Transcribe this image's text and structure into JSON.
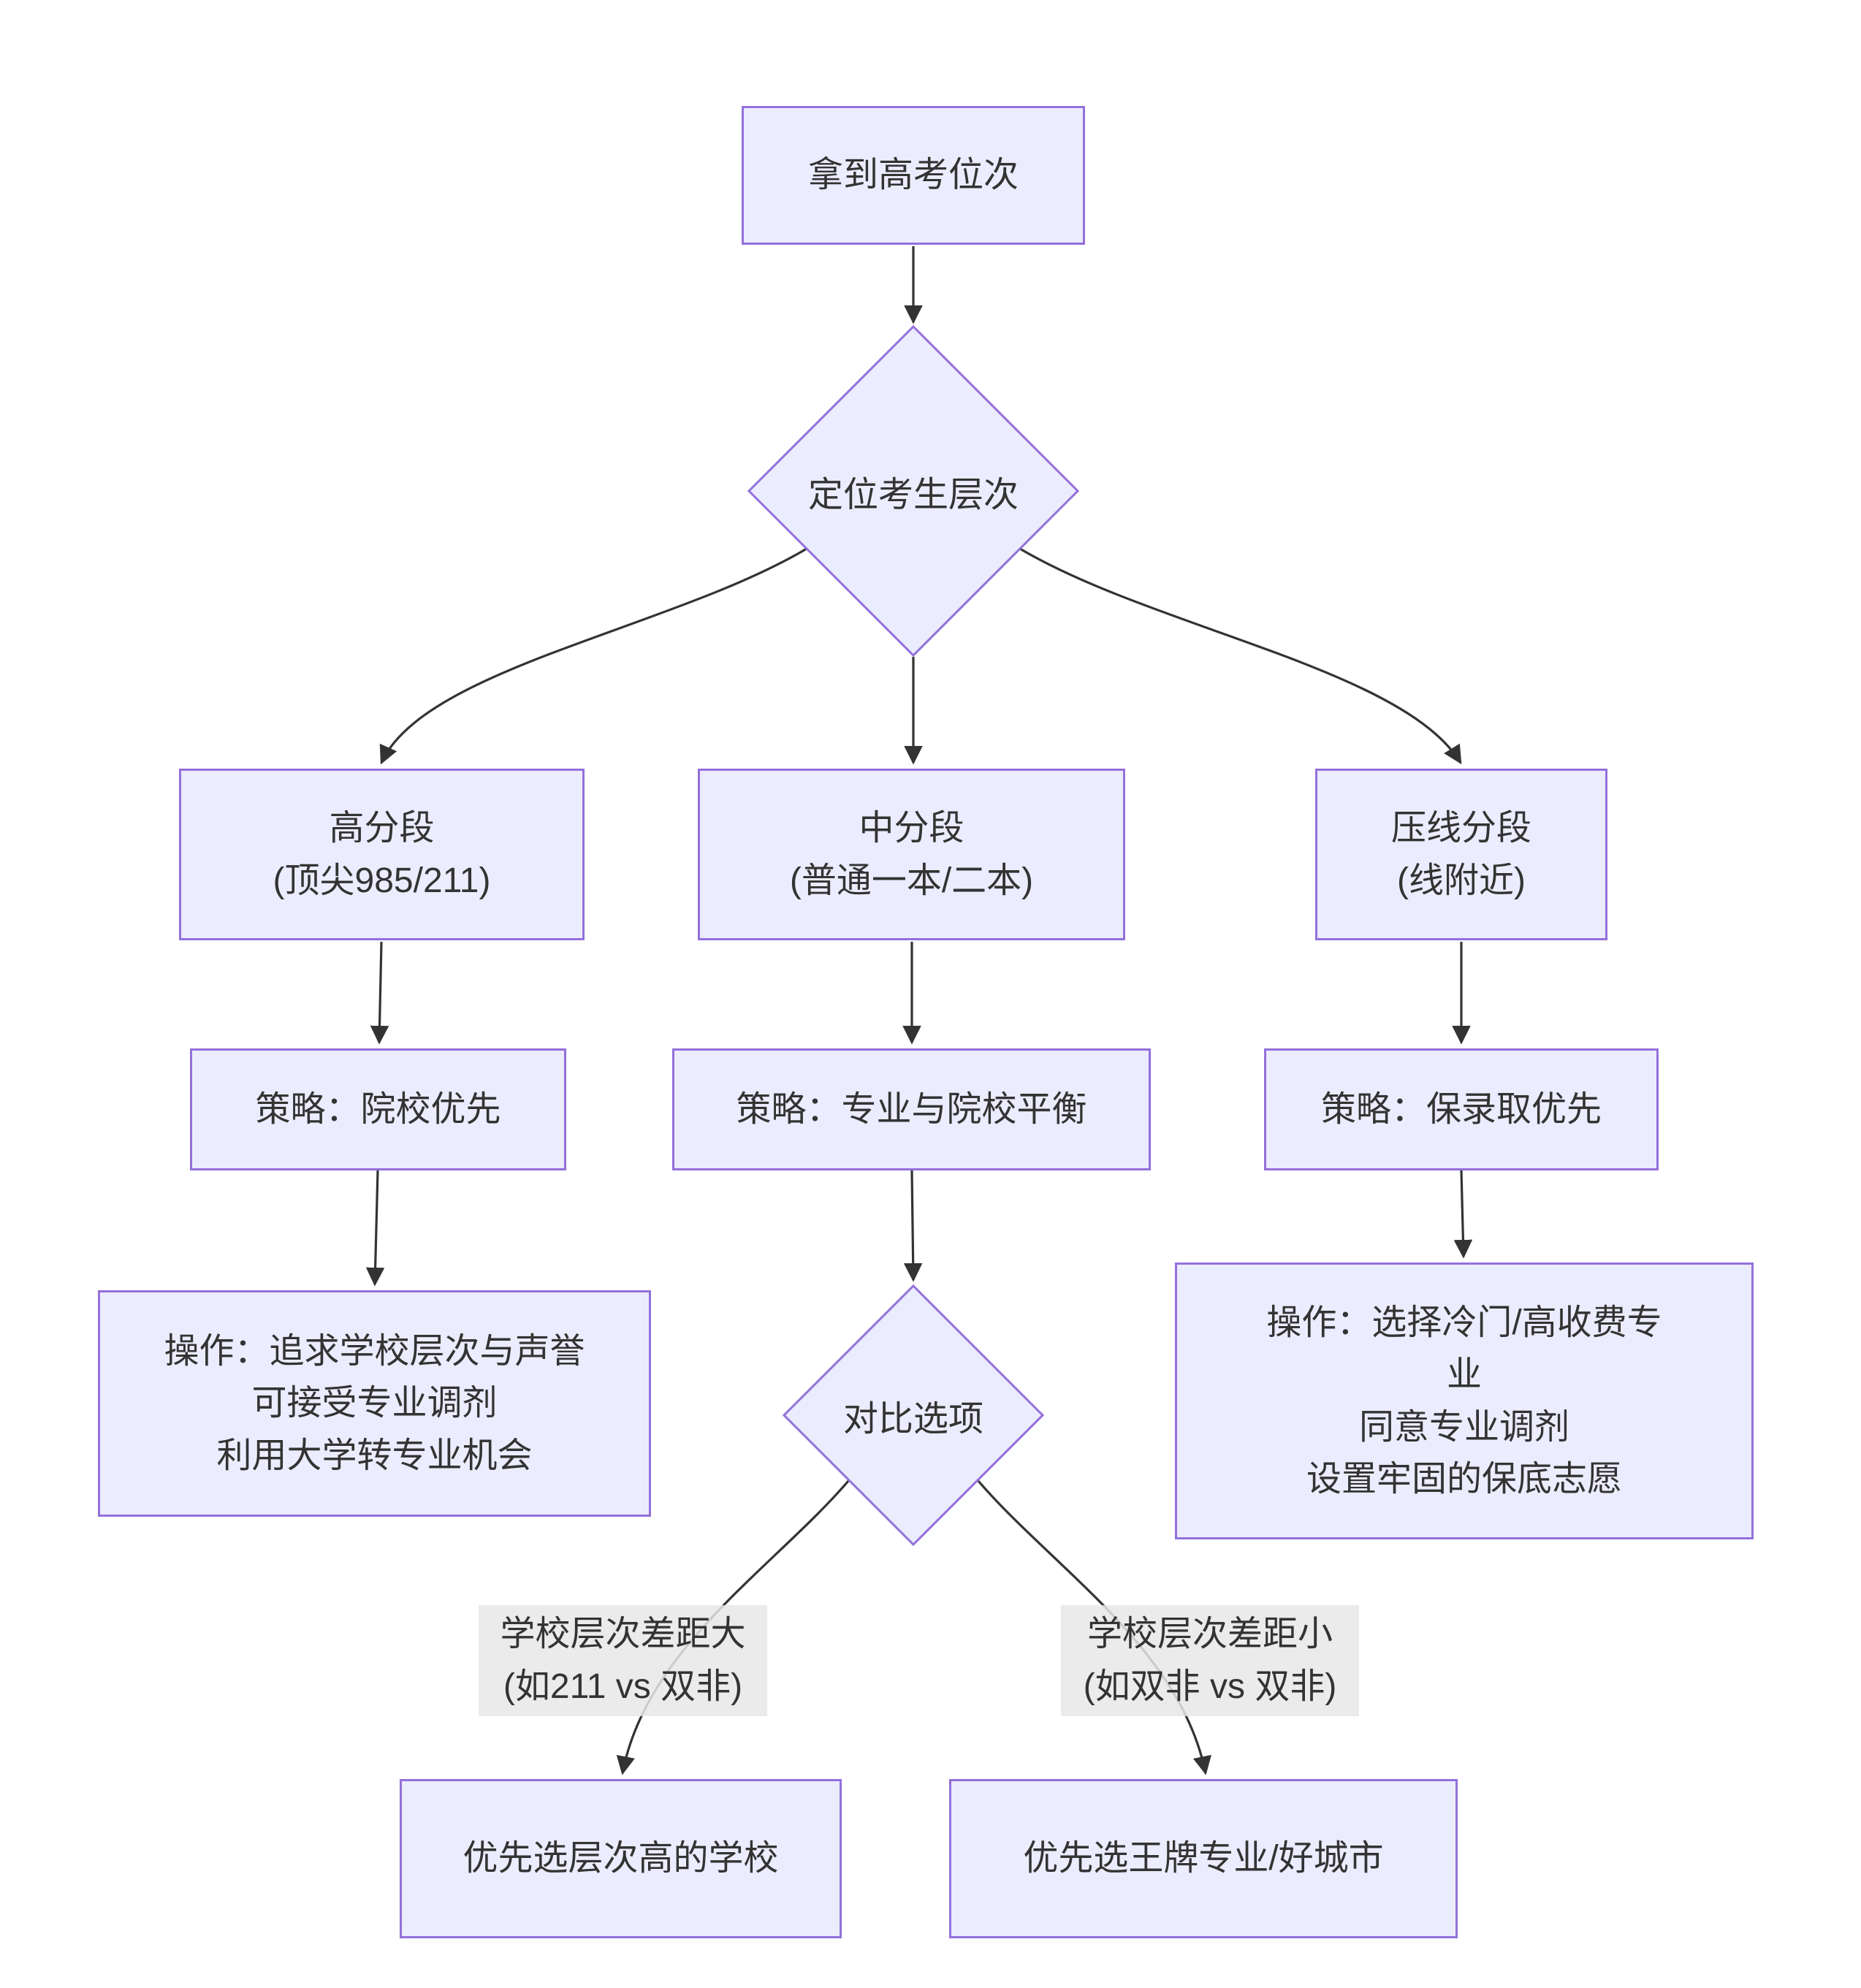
{
  "nodes": {
    "start": "拿到高考位次",
    "decision_level": "定位考生层次",
    "high_segment": "高分段\n(顶尖985/211)",
    "mid_segment": "中分段\n(普通一本/二本)",
    "line_segment": "压线分段\n(线附近)",
    "strategy_high": "策略：院校优先",
    "strategy_mid": "策略：专业与院校平衡",
    "strategy_line": "策略：保录取优先",
    "action_high": "操作：追求学校层次与声誉\n可接受专业调剂\n利用大学转专业机会",
    "decision_compare": "对比选项",
    "action_line": "操作：选择冷门/高收费专\n业\n同意专业调剂\n设置牢固的保底志愿",
    "prefer_school": "优先选层次高的学校",
    "prefer_major": "优先选王牌专业/好城市"
  },
  "edge_labels": {
    "gap_large": "学校层次差距大\n(如211 vs 双非)",
    "gap_small": "学校层次差距小\n(如双非 vs 双非)"
  },
  "colors": {
    "node_fill": "#ECECFF",
    "node_border": "#9370DB",
    "edge_line": "#333333",
    "text": "#333333",
    "edge_label_bg": "#e8e8e8",
    "background": "#ffffff"
  }
}
